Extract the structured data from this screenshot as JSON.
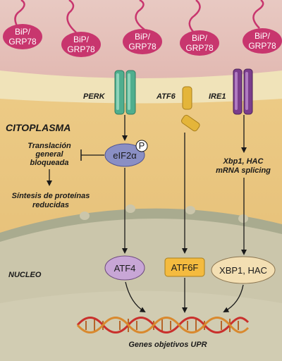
{
  "chaperone": {
    "line1": "BiP/",
    "line2": "GRP78"
  },
  "sensors": {
    "perk": "PERK",
    "atf6": "ATF6",
    "ire1": "IRE1"
  },
  "compartments": {
    "cytoplasm": "CITOPLASMA",
    "nucleus": "NUCLEO"
  },
  "left_branch": {
    "inhibited_l1": "Translación",
    "inhibited_l2": "general",
    "inhibited_l3": "bloqueada",
    "outcome_l1": "Síntesis de proteínas",
    "outcome_l2": "reducidas"
  },
  "nodes": {
    "eif2a": "eIF2α",
    "phospho": "P",
    "atf4": "ATF4",
    "atf6f": "ATF6F",
    "xbp1": "XBP1, HAC"
  },
  "ire1_branch": {
    "l1": "Xbp1, HAC",
    "l2": "mRNA splicing"
  },
  "target_genes": "Genes objetivos UPR",
  "colors": {
    "er_lumen": "#e6c3bd",
    "membrane": "#efe2b8",
    "cytoplasm": "#e9c37b",
    "nucleus": "#c9c3a8",
    "bip": "#c8366e",
    "perk": "#4fae8e",
    "atf6": "#e4b53a",
    "ire1": "#7a3d8c",
    "atf4_node": "#c8a6d6",
    "atf6f_node": "#f4bb3f",
    "xbp1_node": "#f3dfb3"
  }
}
